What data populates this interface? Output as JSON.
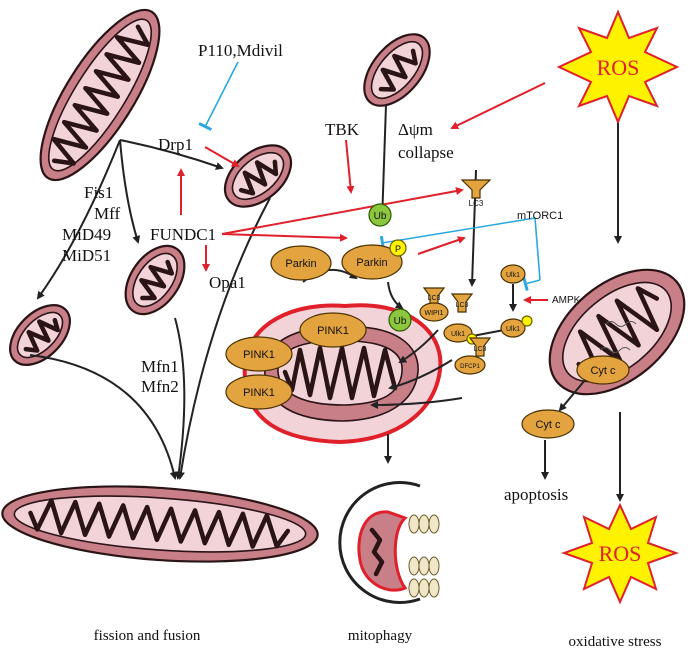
{
  "labels": {
    "p110": "P110,Mdivil",
    "drp1": "Drp1",
    "tbk": "TBK",
    "dpsi": "Δψm",
    "collapse": "collapse",
    "fis1": "Fis1",
    "mff": "Mff",
    "mid49": "MiD49",
    "mid51": "MiD51",
    "fundc1": "FUNDC1",
    "opa1": "Opa1",
    "mfn1": "Mfn1",
    "mfn2": "Mfn2",
    "mtorc1": "mTORC1",
    "ampk": "AMPK",
    "apoptosis": "apoptosis"
  },
  "proteins": {
    "parkin": "Parkin",
    "pink1": "PINK1",
    "ub": "Ub",
    "p": "P",
    "lc3": "LC3",
    "wipi1": "WIPI1",
    "ulk1": "Ulk1",
    "dfcp1": "DFCP1",
    "cytc": "Cyt c"
  },
  "ros": {
    "top": "ROS",
    "bottom": "ROS"
  },
  "panels": {
    "left": "fission and fusion",
    "middle": "mitophagy",
    "right": "oxidative stress"
  },
  "colors": {
    "mito_outer": "#c97f88",
    "mito_inner": "#f2d3d8",
    "protein": "#e3a33f",
    "ubiquitin": "#8cc63f",
    "phosphate": "#fff200",
    "activation_arrow": "#e0202b",
    "inhibition": "#29a9e0",
    "ros_star": "#fff200",
    "ros_text": "#e0202b"
  }
}
